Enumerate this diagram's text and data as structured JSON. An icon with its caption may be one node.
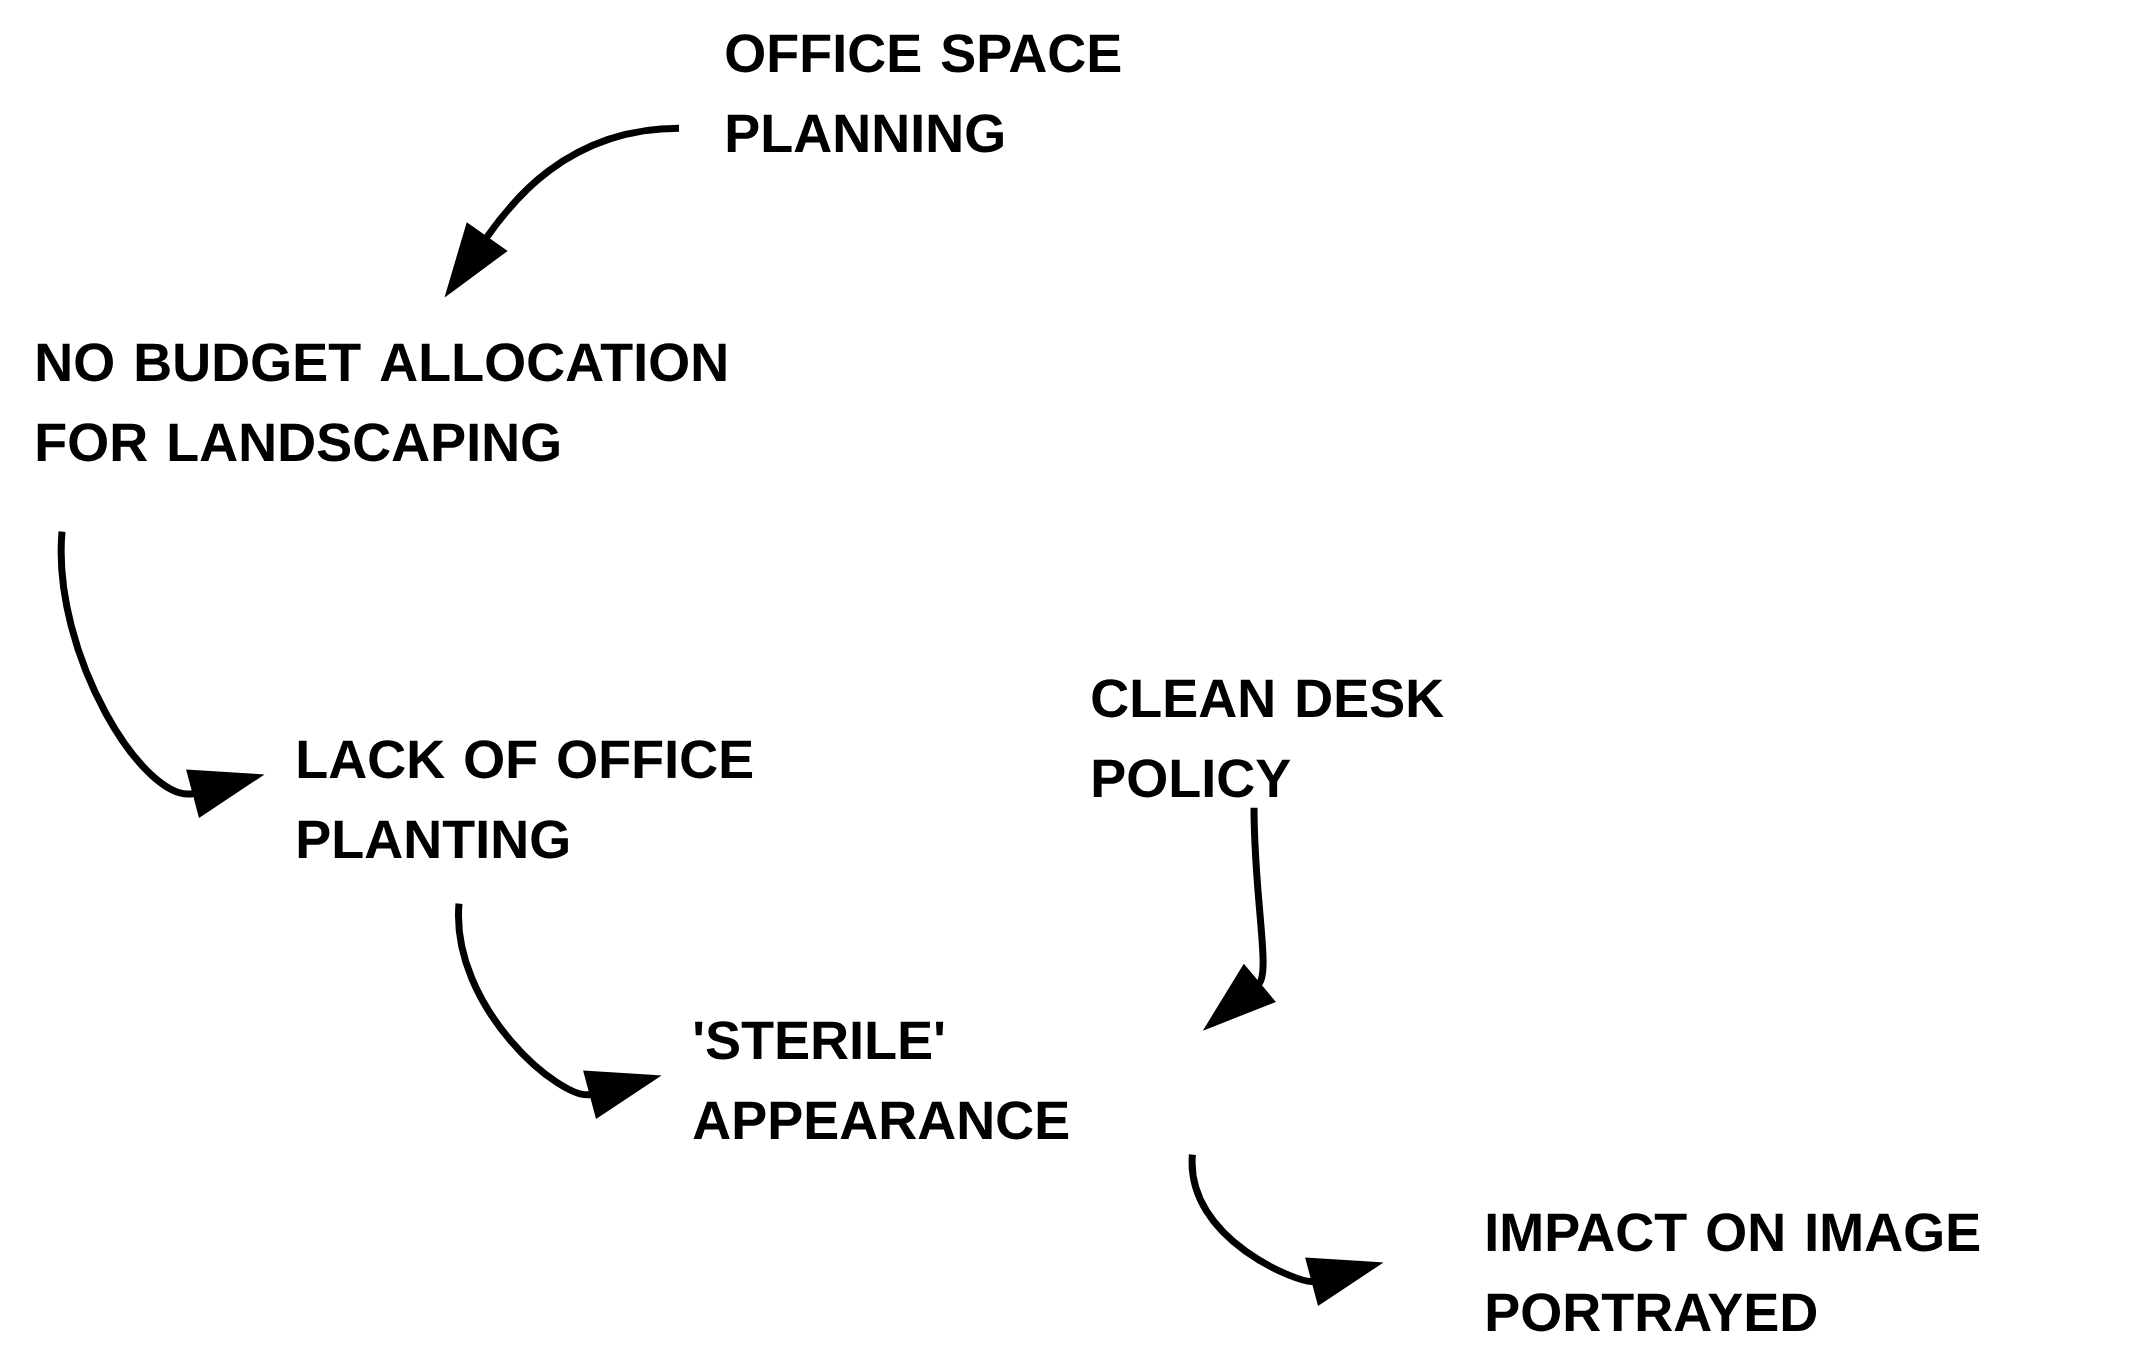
{
  "diagram": {
    "nodes": [
      {
        "text": [
          "OFFICE SPACE PLANNING"
        ]
      },
      {
        "text": [
          "NO BUDGET ALLOCATION FOR LANDSCAPING"
        ]
      },
      {
        "text": [
          "LACK OF OFFICE PLANTING"
        ]
      },
      {
        "text": [
          "CLEAN DESK POLICY"
        ]
      },
      {
        "text": [
          "'STERILE' APPEARANCE"
        ]
      },
      {
        "text": [
          "IMPACT ON IMAGE PORTRAYED"
        ]
      }
    ],
    "edges": [
      {
        "from": 0,
        "to": 1,
        "arrow": "to"
      },
      {
        "from": 1,
        "to": 2,
        "arrow": "to"
      },
      {
        "from": 2,
        "to": 4,
        "arrow": "to"
      },
      {
        "from": 3,
        "to": 4,
        "arrow": "to"
      },
      {
        "from": 4,
        "to": 5,
        "arrow": "to"
      }
    ]
  }
}
